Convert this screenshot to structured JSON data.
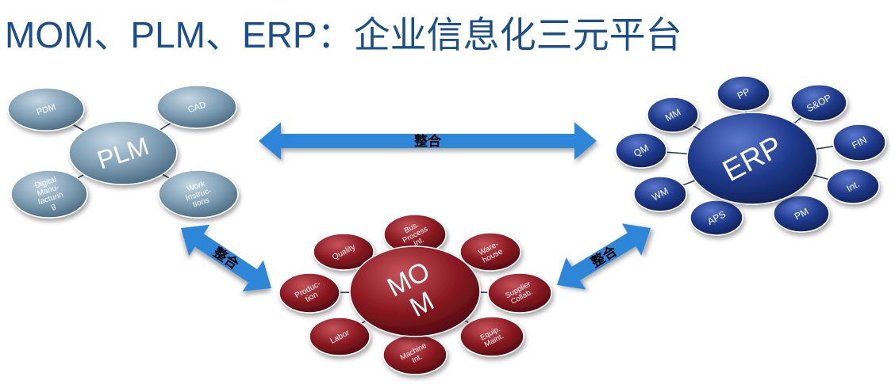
{
  "title": "MOM、PLM、ERP：企业信息化三元平台",
  "plm": {
    "hub": "PLM",
    "satellites": [
      {
        "lines": [
          "PDM"
        ]
      },
      {
        "lines": [
          "CAD"
        ]
      },
      {
        "lines": [
          "Digital",
          "Manu-",
          "facturin",
          "g"
        ]
      },
      {
        "lines": [
          "Work",
          "Instruc-",
          "tions"
        ]
      }
    ],
    "color": "#7f9fb5"
  },
  "erp": {
    "hub": "ERP",
    "satellites": [
      {
        "lines": [
          "MM"
        ]
      },
      {
        "lines": [
          "PP"
        ]
      },
      {
        "lines": [
          "S&OP"
        ]
      },
      {
        "lines": [
          "FIN"
        ]
      },
      {
        "lines": [
          "Int."
        ]
      },
      {
        "lines": [
          "PM"
        ]
      },
      {
        "lines": [
          "APS"
        ]
      },
      {
        "lines": [
          "WM"
        ]
      },
      {
        "lines": [
          "QM"
        ]
      }
    ],
    "color": "#1f3a8c"
  },
  "mom": {
    "hub_lines": [
      "MO",
      "M"
    ],
    "satellites": [
      {
        "lines": [
          "Quality"
        ]
      },
      {
        "lines": [
          "Bus.",
          "Process",
          "Int."
        ]
      },
      {
        "lines": [
          "Ware-",
          "house"
        ]
      },
      {
        "lines": [
          "Supplier",
          "Collab."
        ]
      },
      {
        "lines": [
          "Equip.",
          "Maint."
        ]
      },
      {
        "lines": [
          "Machine",
          "Int."
        ]
      },
      {
        "lines": [
          "Labor"
        ]
      },
      {
        "lines": [
          "Produc-",
          "tion"
        ]
      }
    ],
    "color": "#8c1a22"
  },
  "arrows": {
    "top": "整合",
    "left": "整合",
    "right": "整合",
    "color": "#2f86d8"
  }
}
